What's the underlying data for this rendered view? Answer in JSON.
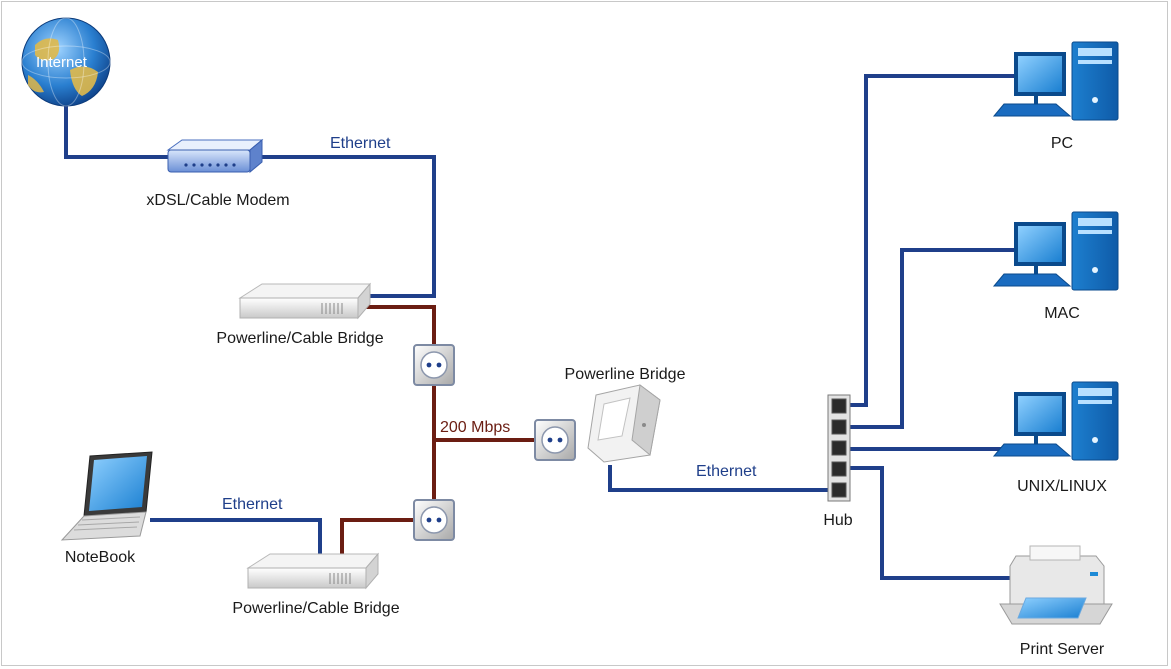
{
  "nodes": {
    "internet": "Internet",
    "modem": "xDSL/Cable Modem",
    "bridge_top": "Powerline/Cable Bridge",
    "bridge_bottom": "Powerline/Cable Bridge",
    "notebook": "NoteBook",
    "powerline_bridge": "Powerline Bridge",
    "hub": "Hub",
    "pc": "PC",
    "mac": "MAC",
    "unix": "UNIX/LINUX",
    "print_server": "Print Server"
  },
  "links": {
    "ethernet_modem": "Ethernet",
    "ethernet_notebook": "Ethernet",
    "ethernet_bridge": "Ethernet",
    "powerline_speed": "200 Mbps"
  },
  "colors": {
    "ethernet_line": "#1f3f8a",
    "powerline_line": "#6b1d12",
    "globe_blue": "#2a7fd0",
    "computer_blue": "#1e8ad6"
  }
}
